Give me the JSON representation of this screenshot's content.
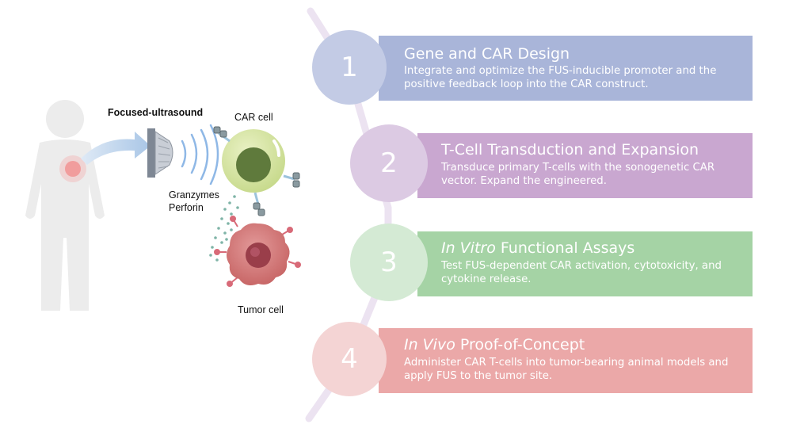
{
  "labels": {
    "focused_ultrasound": "Focused-ultrasound",
    "car_cell": "CAR cell",
    "granzymes": "Granzymes",
    "perforin": "Perforin",
    "tumor_cell": "Tumor cell"
  },
  "steps": [
    {
      "number": "1",
      "title_italic": "",
      "title_rest": "Gene and CAR Design",
      "description": "Integrate and optimize the FUS-inducible promoter and the positive feedback loop into the CAR construct.",
      "bar_color": "#a9b5d9",
      "circle_color": "#c3cbe5"
    },
    {
      "number": "2",
      "title_italic": "",
      "title_rest": "T-Cell Transduction and Expansion",
      "description": "Transduce primary T-cells with the sonogenetic CAR vector. Expand the engineered.",
      "bar_color": "#c9a7d0",
      "circle_color": "#dccae3"
    },
    {
      "number": "3",
      "title_italic": "In Vitro",
      "title_rest": " Functional Assays",
      "description": "Test FUS-dependent CAR activation, cytotoxicity, and cytokine release.",
      "bar_color": "#a5d3a5",
      "circle_color": "#d4ead4"
    },
    {
      "number": "4",
      "title_italic": "In Vivo",
      "title_rest": " Proof-of-Concept",
      "description": "Administer CAR T-cells into tumor-bearing animal models and apply FUS to the tumor site.",
      "bar_color": "#eba8a8",
      "circle_color": "#f4d4d4"
    }
  ]
}
